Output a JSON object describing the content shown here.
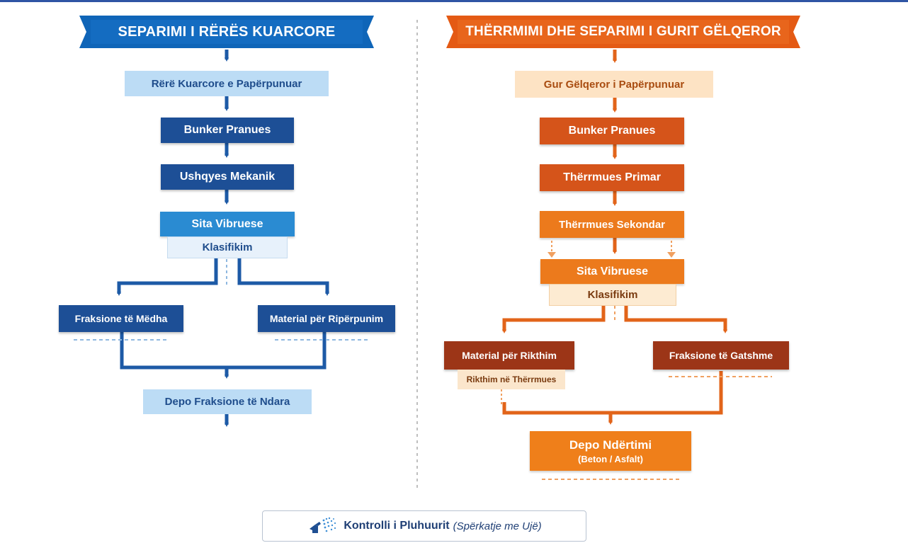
{
  "left": {
    "title": "SEPARIMI I RËRËS KUARCORE",
    "raw": "Rërë Kuarcore e Papërpunuar",
    "bunker": "Bunker Pranues",
    "feeder": "Ushqyes Mekanik",
    "screen": "Sita Vibruese",
    "classify": "Klasifikim",
    "large": "Fraksione të Mëdha",
    "reprocess": "Material për Ripërpunim",
    "depot": "Depo Fraksione të Ndara"
  },
  "right": {
    "title": "THËRRMIMI DHE SEPARIMI I GURIT GËLQEROR",
    "raw": "Gur Gëlqeror i Papërpunuar",
    "bunker": "Bunker Pranues",
    "primary": "Thërrmues Primar",
    "secondary": "Thërrmues Sekondar",
    "screen": "Sita Vibruese",
    "classify": "Klasifikim",
    "return": "Material për Rikthim",
    "return_note": "Rikthim në Thërrmues",
    "ready": "Fraksione të Gatshme",
    "depot": "Depo Ndërtimi",
    "depot_sub": "(Beton / Asfalt)"
  },
  "footer": {
    "icon": "water-spray-icon",
    "label": "Kontrolli i Pluhuurit",
    "sub": "(Spërkatje me Ujë)"
  },
  "colors": {
    "blue_dark": "#1d4f96",
    "blue_mid": "#2a8bd2",
    "blue_light": "#bcdcf5",
    "orange_dark": "#d5541a",
    "orange_mid": "#ec7a1c",
    "orange_light": "#fde3c4",
    "brown": "#9c3517"
  }
}
